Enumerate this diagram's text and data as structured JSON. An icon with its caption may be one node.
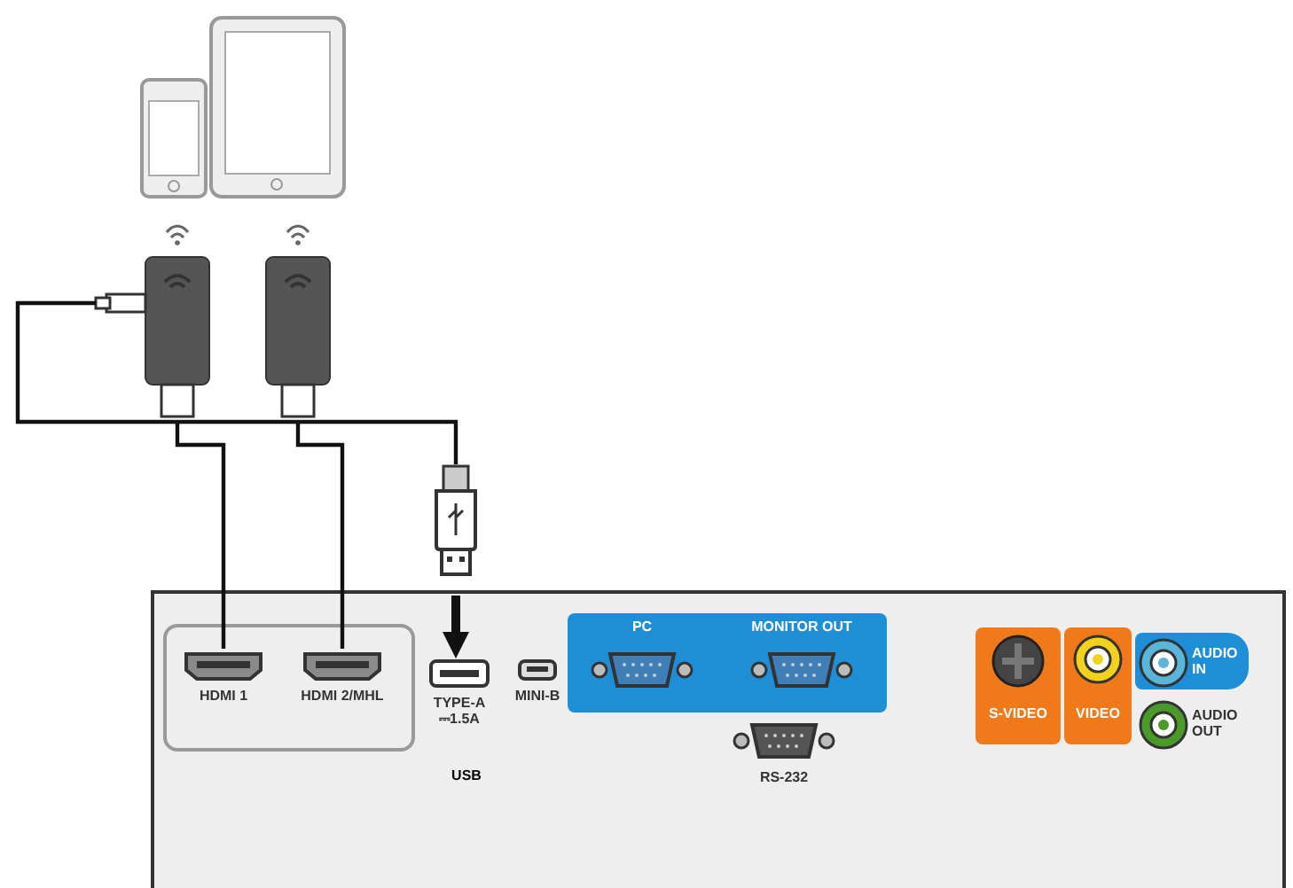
{
  "diagram": {
    "nodes": [
      {
        "text": [],
        "shape": "box"
      },
      {
        "text": [],
        "shape": "box",
        "in": 0
      },
      {
        "text": [
          "HDMI 1"
        ],
        "in": 1
      },
      {
        "text": [
          "HDMI 2/MHL"
        ],
        "in": 1
      },
      {
        "text": [
          "TYPE-A",
          "⎓1.5A"
        ],
        "in": 0
      },
      {
        "text": [
          "MINI-B"
        ],
        "in": 0
      },
      {
        "text": [
          "PC"
        ],
        "in": 0
      },
      {
        "text": [
          "MONITOR OUT"
        ],
        "in": 0
      },
      {
        "text": [
          "RS-232"
        ],
        "in": 0
      },
      {
        "text": [
          "S-VIDEO"
        ],
        "in": 0
      },
      {
        "text": [
          "VIDEO"
        ],
        "in": 0
      },
      {
        "text": [
          "AUDIO IN"
        ],
        "in": 0
      },
      {
        "text": [
          "AUDIO OUT"
        ],
        "in": 0
      },
      {
        "text": [],
        "shape": "box"
      },
      {
        "text": [],
        "shape": "box"
      },
      {
        "text": [],
        "shape": "box"
      }
    ],
    "edges": [
      {
        "from": 13,
        "to": 2,
        "arrow": "none"
      },
      {
        "from": 14,
        "to": 3,
        "arrow": "none"
      },
      {
        "from": 13,
        "to": 15,
        "arrow": "none"
      },
      {
        "from": 15,
        "to": 4,
        "arrow": "to",
        "style": "thick"
      }
    ],
    "labels": [
      "USB"
    ]
  }
}
